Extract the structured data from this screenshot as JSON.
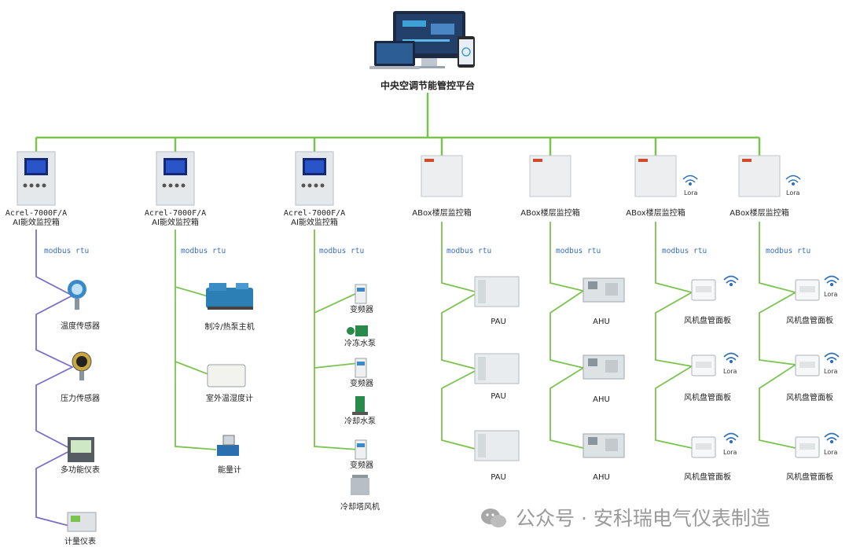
{
  "platform": {
    "title": "中央空调节能管控平台"
  },
  "controllers": [
    {
      "line1": "Acrel-7000F/A",
      "line2": "AI能效监控箱",
      "protocol": "modbus rtu",
      "devices": [
        "温度传感器",
        "压力传感器",
        "多功能仪表",
        "计量仪表"
      ]
    },
    {
      "line1": "Acrel-7000F/A",
      "line2": "AI能效监控箱",
      "protocol": "modbus rtu",
      "devices": [
        "制冷/热泵主机",
        "室外温湿度计",
        "能量计"
      ]
    },
    {
      "line1": "Acrel-7000F/A",
      "line2": "AI能效监控箱",
      "protocol": "modbus rtu",
      "devices": [
        "变频器",
        "冷冻水泵",
        "变频器",
        "冷却水泵",
        "变频器",
        "冷却塔风机"
      ]
    }
  ],
  "aboxes": [
    {
      "label": "ABox楼层监控箱",
      "protocol": "modbus rtu",
      "devices": [
        "PAU",
        "PAU",
        "PAU"
      ]
    },
    {
      "label": "ABox楼层监控箱",
      "protocol": "modbus rtu",
      "devices": [
        "AHU",
        "AHU",
        "AHU"
      ]
    },
    {
      "label": "ABox楼层监控箱",
      "wireless": "Lora",
      "protocol": "modbus rtu",
      "devices": [
        "风机盘管面板",
        "风机盘管面板",
        "风机盘管面板"
      ]
    },
    {
      "label": "ABox楼层监控箱",
      "wireless": "Lora",
      "protocol": "modbus rtu",
      "devices": [
        "风机盘管面板",
        "风机盘管面板",
        "风机盘管面板"
      ]
    }
  ],
  "panel_lora": "Lora",
  "watermark": "公众号 · 安科瑞电气仪表制造",
  "colors": {
    "bus": "#7bc34f",
    "purple": "#7a6fc4",
    "protocol": "#3b6fb6"
  }
}
